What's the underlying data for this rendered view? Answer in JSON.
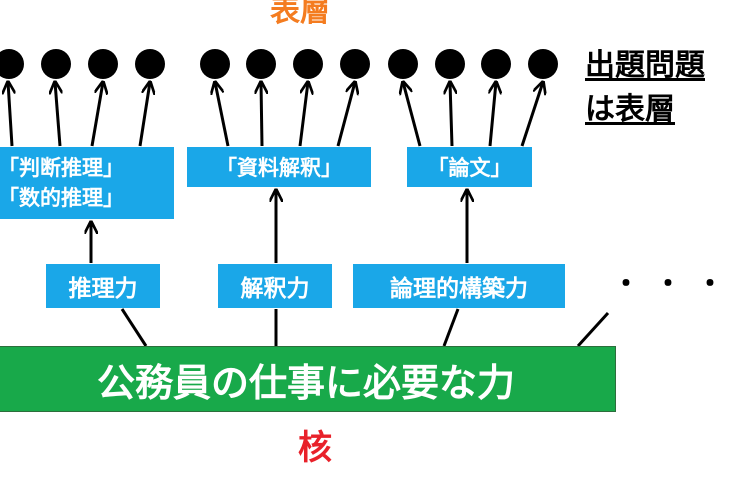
{
  "title": "表層",
  "exam_note": [
    "出題問題",
    "は表層"
  ],
  "subjects": [
    {
      "lines": [
        "「判断推理」",
        "「数的推理」"
      ]
    },
    {
      "lines": [
        "「資料解釈」"
      ]
    },
    {
      "lines": [
        "「論文」"
      ]
    }
  ],
  "abilities": [
    "推理力",
    "解釈力",
    "論理的構築力"
  ],
  "ellipsis": "・・・",
  "core_bar": "公務員の仕事に必要な力",
  "core_label": "核",
  "colors": {
    "title": "#f47c20",
    "box": "#1aa7e8",
    "core_bar": "#18a94a",
    "core_label": "#e8212a",
    "line": "#000000"
  }
}
